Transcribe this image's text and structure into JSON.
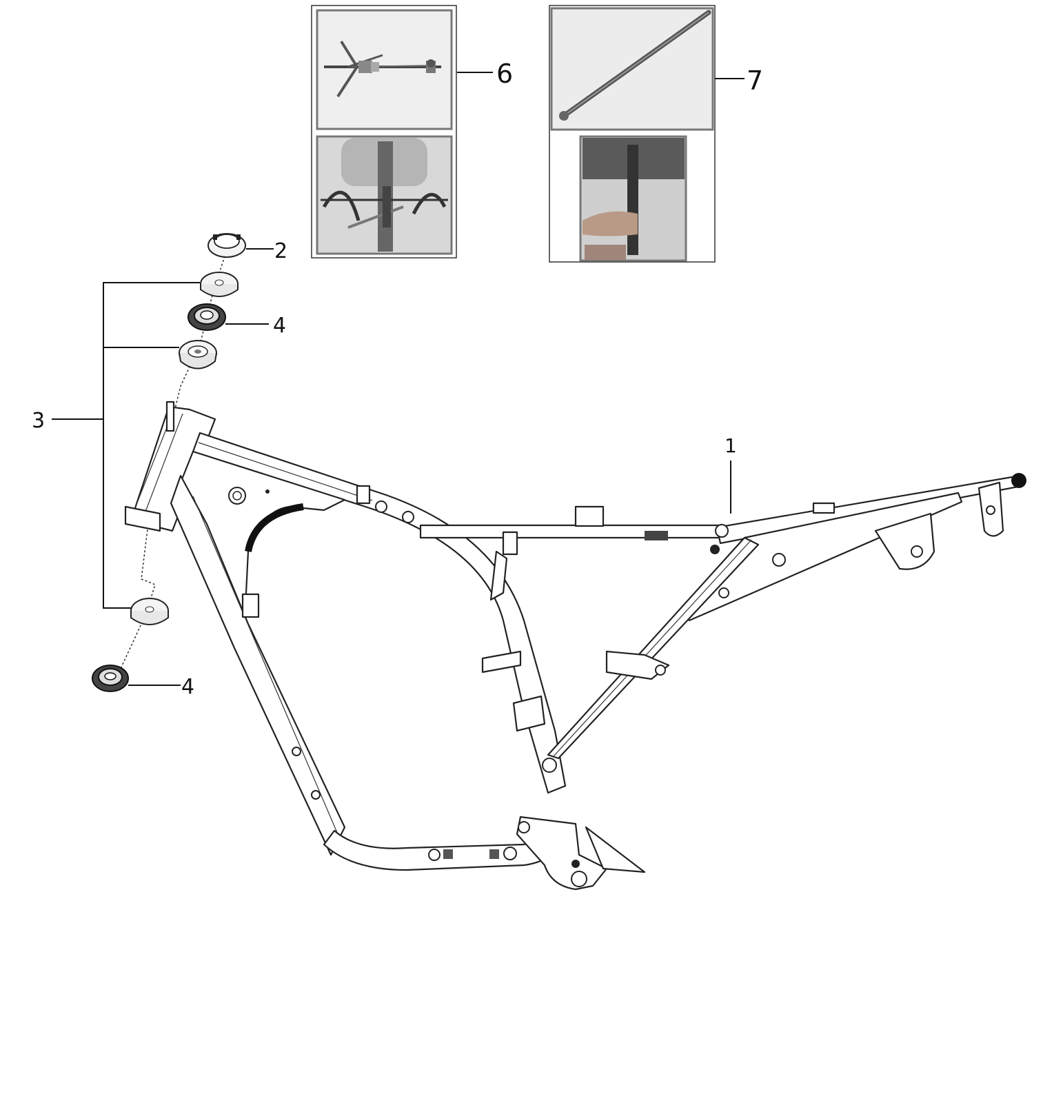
{
  "callouts": {
    "frame": "1",
    "top_nut": "2",
    "race_set": "3",
    "bearing_upper": "4",
    "bearing_lower": "4",
    "tool_bearing_puller": "6",
    "tool_drift_rod": "7"
  }
}
